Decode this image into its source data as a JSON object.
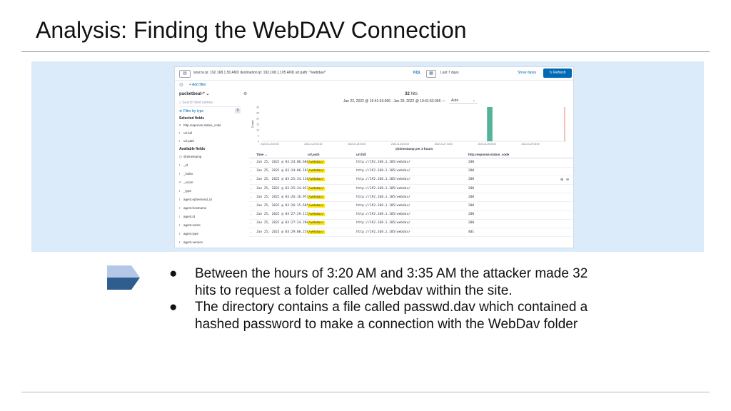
{
  "slide": {
    "title": "Analysis: Finding the WebDAV Connection",
    "bullets": [
      "Between the hours of 3:20 AM and 3:35 AM the attacker made 32 hits to request a folder called /webdav within the site.",
      "The directory contains a file called passwd.dav which contained a hashed password to make a connection with the WebDav folder"
    ]
  },
  "kibana": {
    "query": "source.ip: 192.168.1.50 AND destination.ip: 192.168.1.105 AND url.path: \"/webdav/\"",
    "query_language": "KQL",
    "time_range": "Last 7 days",
    "show_dates_label": "Show dates",
    "refresh_label": "Refresh",
    "add_filter_label": "+ Add filter",
    "index_pattern": "packetbeat-*",
    "search_placeholder": "Search field names",
    "filter_by_type_label": "Filter by type",
    "filter_by_type_count": "0",
    "selected_fields_label": "Selected fields",
    "selected_fields": [
      {
        "type": "#",
        "name": "http.response.status_code"
      },
      {
        "type": "t",
        "name": "url.full"
      },
      {
        "type": "t",
        "name": "url.path"
      }
    ],
    "available_fields_label": "Available fields",
    "available_fields": [
      {
        "type": "◷",
        "name": "@timestamp"
      },
      {
        "type": "t",
        "name": "_id"
      },
      {
        "type": "t",
        "name": "_index"
      },
      {
        "type": "#",
        "name": "_score"
      },
      {
        "type": "t",
        "name": "_type"
      },
      {
        "type": "t",
        "name": "agent.ephemeral_id"
      },
      {
        "type": "t",
        "name": "agent.hostname"
      },
      {
        "type": "t",
        "name": "agent.id"
      },
      {
        "type": "t",
        "name": "agent.name"
      },
      {
        "type": "t",
        "name": "agent.type"
      },
      {
        "type": "t",
        "name": "agent.version"
      }
    ],
    "hits": "32",
    "hits_label": "hits",
    "date_range": "Jan 22, 2022 @ 19:41:53.066 - Jan 29, 2022 @ 19:41:53.066 —",
    "interval": "Auto",
    "histogram_xlabel": "@timestamp per 3 hours",
    "histogram_ylabel": "Count",
    "table": {
      "columns": [
        "Time",
        "url.path",
        "url.full",
        "http.response.status_code"
      ],
      "rows": [
        {
          "time": "Jan 25, 2022 @ 03:24:06.608",
          "path": "/webdav/",
          "full": "http://192.168.1.105/webdav/",
          "status": "200"
        },
        {
          "time": "Jan 25, 2022 @ 03:24:06.101",
          "path": "/webdav/",
          "full": "http://192.168.1.105/webdav/",
          "status": "200"
        },
        {
          "time": "Jan 25, 2022 @ 03:25:34.130",
          "path": "/webdav/",
          "full": "http://192.168.1.105/webdav/",
          "status": "200"
        },
        {
          "time": "Jan 25, 2022 @ 03:25:34.037",
          "path": "/webdav/",
          "full": "http://192.168.1.105/webdav/",
          "status": "200"
        },
        {
          "time": "Jan 25, 2022 @ 03:26:16.951",
          "path": "/webdav/",
          "full": "http://192.168.1.105/webdav/",
          "status": "200"
        },
        {
          "time": "Jan 25, 2022 @ 03:26:15.605",
          "path": "/webdav/",
          "full": "http://192.168.1.105/webdav/",
          "status": "200"
        },
        {
          "time": "Jan 25, 2022 @ 03:27:29.115",
          "path": "/webdav/",
          "full": "http://192.168.1.105/webdav/",
          "status": "200"
        },
        {
          "time": "Jan 25, 2022 @ 03:27:24.280",
          "path": "/webdav/",
          "full": "http://192.168.1.105/webdav/",
          "status": "200"
        },
        {
          "time": "Jan 25, 2022 @ 03:29:00.258",
          "path": "/webdav/",
          "full": "http://192.168.1.105/webdav/",
          "status": "401"
        }
      ]
    }
  },
  "chart_data": {
    "type": "bar",
    "xlabel": "@timestamp per 3 hours",
    "ylabel": "Count",
    "y_ticks": [
      0,
      5,
      10,
      15,
      20,
      25,
      30
    ],
    "ylim": [
      0,
      30
    ],
    "x_ticks": [
      "2022-01-23 00:00",
      "2022-01-24 00:00",
      "2022-01-25 00:00",
      "2022-01-26 00:00",
      "2022-01-27 00:00",
      "2022-01-28 00:00",
      "2022-01-29 00:00"
    ],
    "x_range": [
      "2022-01-22 19:41",
      "2022-01-29 19:41"
    ],
    "series": [
      {
        "values": [
          {
            "x": "2022-01-28 00:00",
            "y": 30
          }
        ],
        "color": "#54b399"
      }
    ],
    "annotations": [
      {
        "type": "current-time-marker",
        "x": "2022-01-29 19:41",
        "color": "#e7664c"
      }
    ]
  },
  "colors": {
    "band": "#dcebf9",
    "arrow_light": "#b4c7e7",
    "arrow_dark": "#2e5e8e",
    "kibana_blue": "#006bb4",
    "highlight": "#ffe600"
  }
}
